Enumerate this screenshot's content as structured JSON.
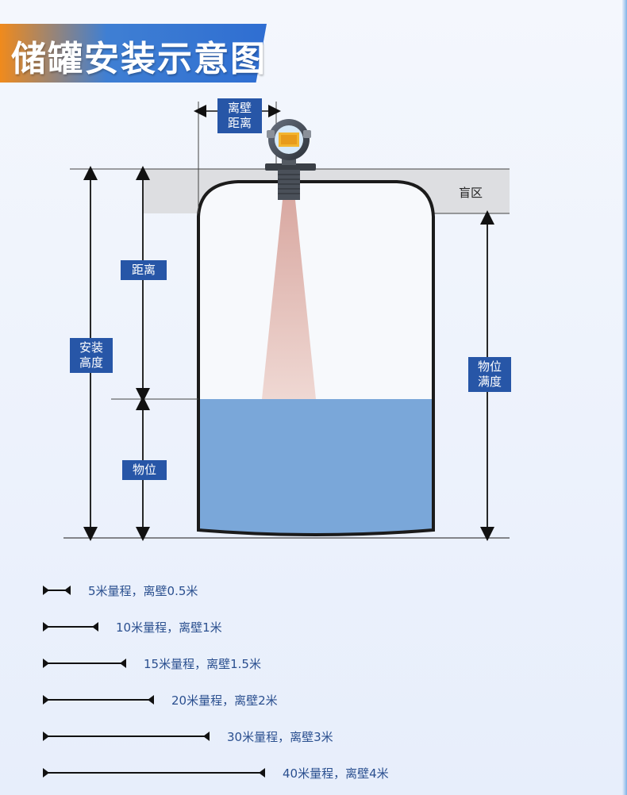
{
  "header": {
    "title": "储罐安装示意图"
  },
  "labels": {
    "wall_distance": "离壁\n距离",
    "blind_zone": "盲区",
    "distance": "距离",
    "install_height": "安装\n高度",
    "level_full": "物位\n满度",
    "level": "物位"
  },
  "legend": {
    "items": [
      {
        "text": "5米量程，离壁0.5米",
        "wall_distance_m": 0.5
      },
      {
        "text": "10米量程，离壁1米",
        "wall_distance_m": 1
      },
      {
        "text": "15米量程，离壁1.5米",
        "wall_distance_m": 1.5
      },
      {
        "text": "20米量程，离壁2米",
        "wall_distance_m": 2
      },
      {
        "text": "30米量程，离壁3米",
        "wall_distance_m": 3
      },
      {
        "text": "40米量程，离壁4米",
        "wall_distance_m": 4
      }
    ]
  },
  "colors": {
    "liquid": "#7aa7d9",
    "beam": "#e8c7c2",
    "blind_band": "#d9d9dc",
    "label_bg": "#2756a7",
    "accent_orange": "#f08a1c"
  }
}
